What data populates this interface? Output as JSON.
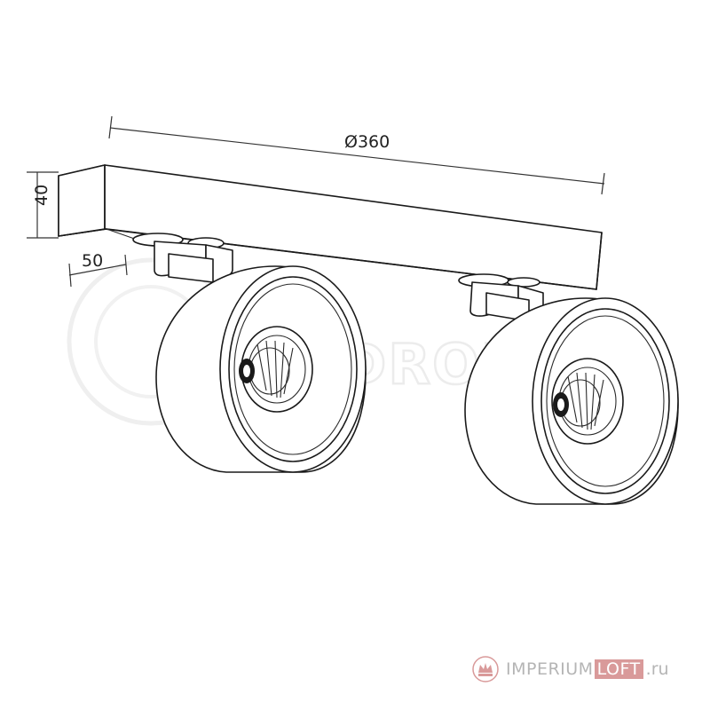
{
  "dimensions": {
    "length": "Ø360",
    "height": "40",
    "offset": "50"
  },
  "watermark": "LEDRON",
  "site_logo": {
    "part1": "IMPERIUM",
    "part2": "LOFT",
    "part3": ".ru",
    "accent_color": "#d99a9a"
  }
}
